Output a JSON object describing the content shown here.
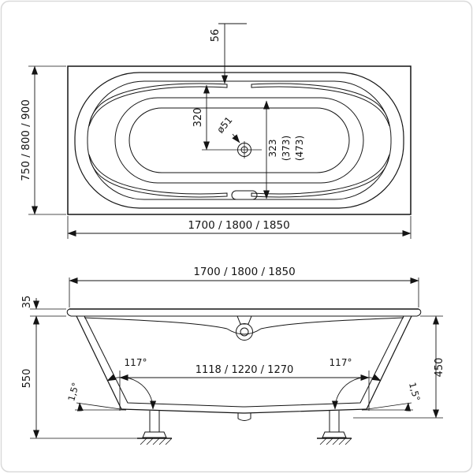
{
  "drawing": {
    "top_view": {
      "rim_offset": "56",
      "width_options": "750 / 800 / 900",
      "drain_offset": "320",
      "drain_diameter": "ø51",
      "depth_a": "323",
      "depth_b": "(373)",
      "depth_c": "(473)",
      "length_options": "1700 / 1800 / 1850"
    },
    "side_view": {
      "length_options": "1700 / 1800 / 1850",
      "rim_thickness": "35",
      "height_total": "550",
      "height_shell": "450",
      "wall_angle_left": "117°",
      "wall_angle_right": "117°",
      "base_slope_left": "1,5°",
      "base_slope_right": "1,5°",
      "support_span": "1118 / 1220 / 1270"
    }
  }
}
